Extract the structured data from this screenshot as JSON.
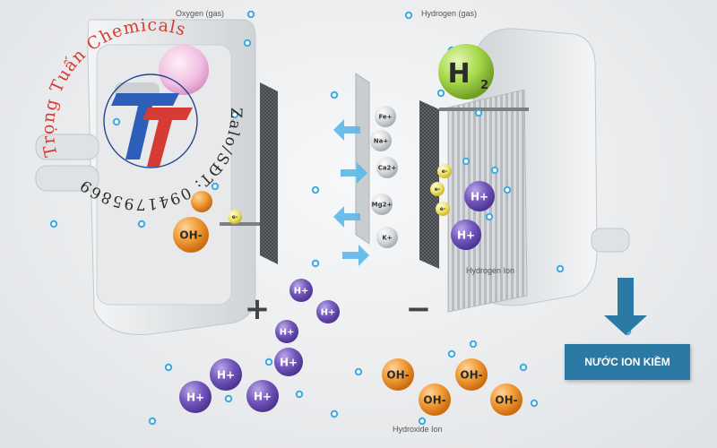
{
  "labels": {
    "oxygen": "Oxygen (gas)",
    "hydrogen": "Hydrogen (gas)",
    "hydrogen_ion": "Hydrogen Ion",
    "hydroxide_ion": "Hydroxide Ion",
    "output": "NƯỚC ION KIỀM",
    "plus_sign": "+",
    "minus_sign": "−"
  },
  "molecule": {
    "symbol": "H",
    "subscript": "2"
  },
  "ions": {
    "h_plus": "H+",
    "oh_minus": "OH-",
    "electron": "e-"
  },
  "minerals": [
    "Fe+",
    "Na+",
    "Ca2+",
    "Mg2+",
    "K+"
  ],
  "watermark": {
    "brand": "Trọng Tuấn Chemicals",
    "contact": "Zalo/SĐT: 0941795869"
  },
  "colors": {
    "h_ion": "#6b4fb0",
    "oh_ion": "#e07f1e",
    "h2_molecule": "#8cc63f",
    "arrow": "#5bb8e8",
    "output_box": "#2b7aa5",
    "watermark": "#d8322b"
  }
}
